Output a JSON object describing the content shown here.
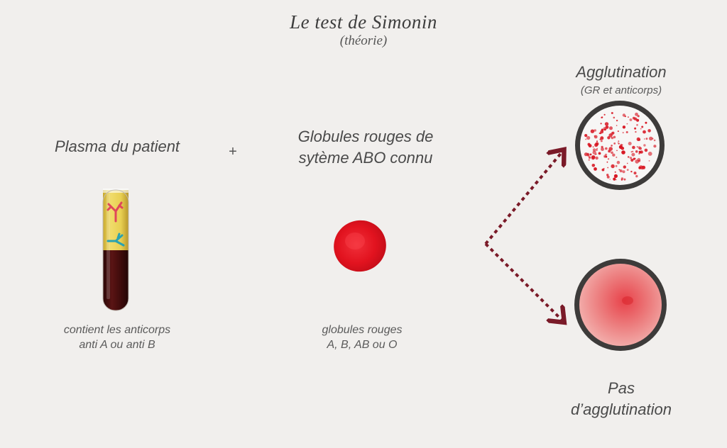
{
  "title": "Le test de Simonin",
  "subtitle": "(théorie)",
  "plasma": {
    "label": "Plasma du patient",
    "caption_line1": "contient les anticorps",
    "caption_line2": "anti A ou anti B"
  },
  "plus_sign": "+",
  "red_cells": {
    "label_line1": "Globules rouges de",
    "label_line2": "sytème ABO connu",
    "caption_line1": "globules rouges",
    "caption_line2": "A, B, AB ou O"
  },
  "agglutination": {
    "label": "Agglutination",
    "sublabel": "(GR et anticorps)"
  },
  "no_agglutination": {
    "label_line1": "Pas",
    "label_line2": "d’agglutination"
  },
  "colors": {
    "background": "#f1efed",
    "arrow": "#7a1a28",
    "blood_dark": "#3a0c0c",
    "plasma_yellow": "#e8cf52",
    "red_cell": "#e2131f",
    "antibody_a": "#e0475a",
    "antibody_b": "#2aa2b0"
  }
}
